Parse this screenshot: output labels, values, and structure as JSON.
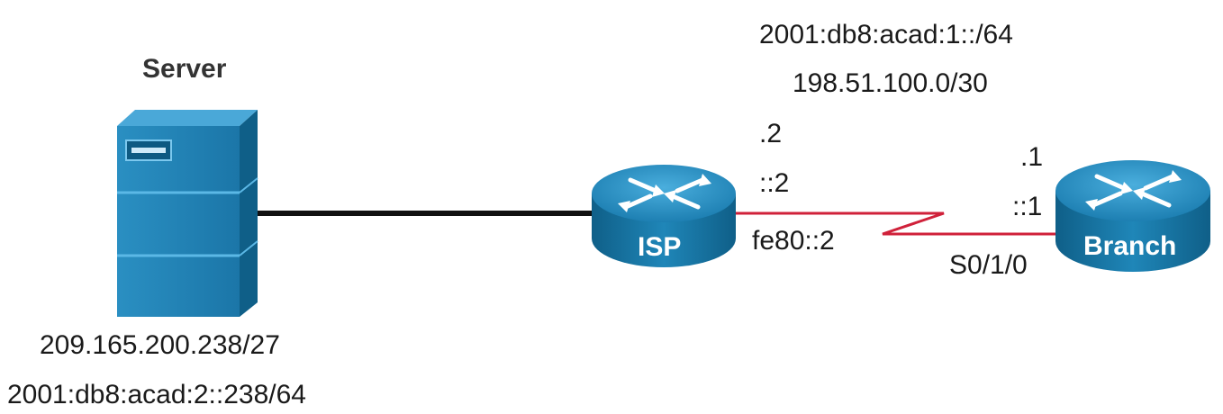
{
  "server": {
    "name": "Server",
    "ipv4": "209.165.200.238/27",
    "ipv6": "2001:db8:acad:2::238/64"
  },
  "isp": {
    "name": "ISP",
    "ipv4_host": ".2",
    "ipv6_host": "::2",
    "link_local": "fe80::2"
  },
  "branch": {
    "name": "Branch",
    "ipv4_host": ".1",
    "ipv6_host": "::1",
    "interface": "S0/1/0"
  },
  "serial_link": {
    "ipv6_network": "2001:db8:acad:1::/64",
    "ipv4_network": "198.51.100.0/30",
    "color": "#d0213a"
  },
  "icons": {
    "server": "server-icon",
    "router": "router-icon"
  },
  "colors": {
    "device_blue": "#1f7fb0",
    "device_dark": "#0f5f88",
    "device_top": "#3a9fd0",
    "ethernet": "#111111"
  }
}
